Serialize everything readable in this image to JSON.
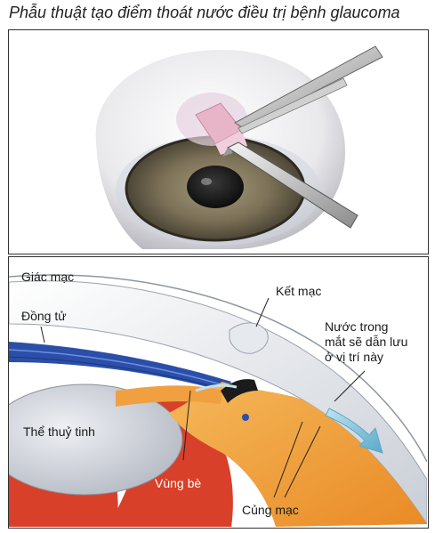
{
  "title": "Phẫu thuật tạo điểm thoát nước điều trị bệnh glaucoma",
  "labels": {
    "giac_mac": "Giác mạc",
    "ket_mac": "Kết mạc",
    "dong_tu": "Đồng tử",
    "nuoc_trong": "Nước trong\nmắt sẽ dẫn lưu\nở vị trí này",
    "the_thuy_tinh": "Thể thuỷ tinh",
    "vung_be": "Vùng bè",
    "cung_mac": "Củng mạc"
  },
  "colors": {
    "sclera_orange": "#f0a040",
    "iris_blue": "#2b4fa8",
    "lens_gray": "#d9dde4",
    "retina_red": "#d8402a",
    "arrow_blue": "#7fc4dc"
  }
}
